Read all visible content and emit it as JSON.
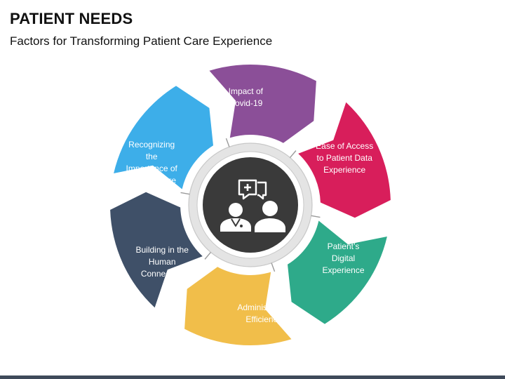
{
  "title": "PATIENT NEEDS",
  "subtitle": "Factors for Transforming Patient Care Experience",
  "center_icon": "doctor-patient-consultation-icon",
  "segments": [
    {
      "label": "Impact of\nCovid-19",
      "color": "#3daee9"
    },
    {
      "label": "Ease of Access\nto Patient Data\nExperience",
      "color": "#8b4f98"
    },
    {
      "label": "Patient’s\nDigital\nExperience",
      "color": "#d81e5b"
    },
    {
      "label": "Administrative\nEfficiency",
      "color": "#2eaa8a"
    },
    {
      "label": "Building in the\nHuman\nConnection",
      "color": "#f1be4a"
    },
    {
      "label": "Recognizing\nthe\nImportance of\nWork Culture",
      "color": "#3f5068"
    }
  ],
  "colors": {
    "center_disc": "#3a3a3a",
    "inner_ring": "#e4e4e4",
    "bottom_bar": "#3f4a5a"
  }
}
